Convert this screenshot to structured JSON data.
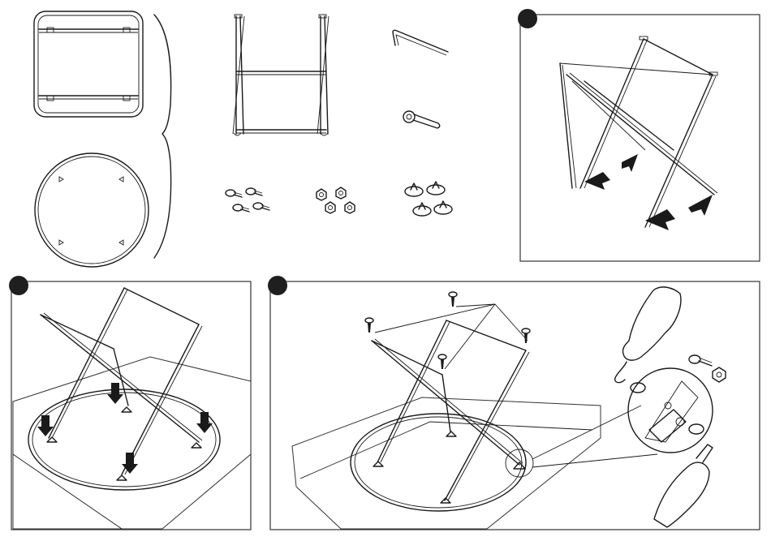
{
  "title": "",
  "colors": {
    "ink": "#1a1a1a",
    "paper": "#ffffff",
    "badge": "#1f1f1f"
  },
  "parts": [
    {
      "name": "tray"
    },
    {
      "name": "round-tabletop"
    },
    {
      "name": "folding-leg-frame"
    },
    {
      "name": "allen-key"
    },
    {
      "name": "wrench"
    },
    {
      "name": "screws",
      "count": 4
    },
    {
      "name": "nuts",
      "count": 4
    },
    {
      "name": "feet",
      "count": 4
    }
  ],
  "steps": [
    {
      "name": "unfold-frame",
      "badge": ""
    },
    {
      "name": "place-on-tabletop",
      "badge": ""
    },
    {
      "name": "fasten-screws",
      "badge": ""
    }
  ]
}
